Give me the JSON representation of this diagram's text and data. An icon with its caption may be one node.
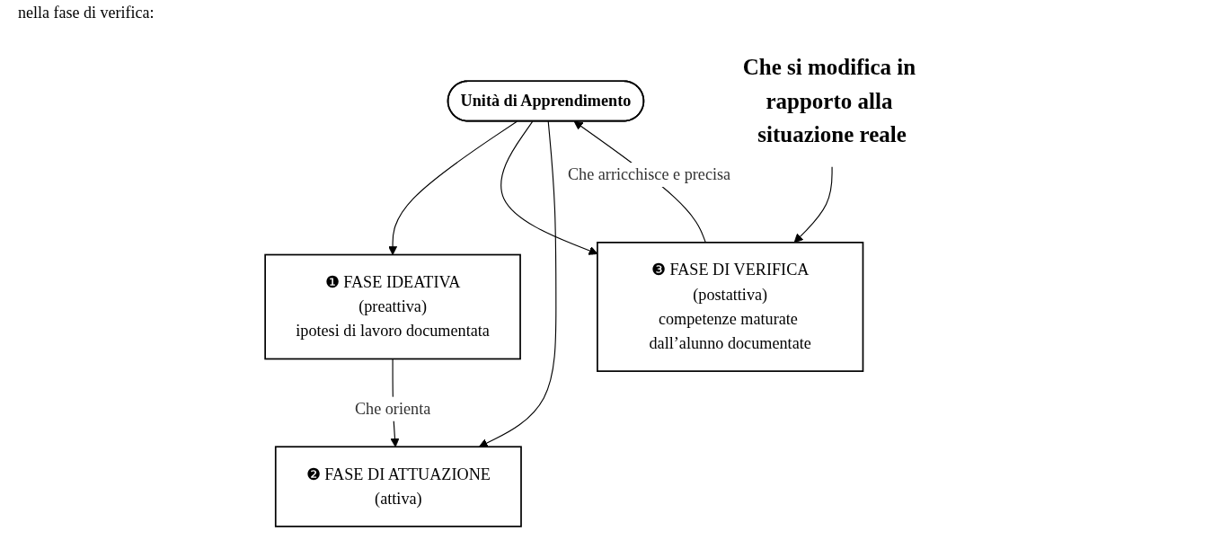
{
  "diagram": {
    "nodes": [
      {
        "text": [
          "❶ FASE IDEATIVA",
          "(preattiva)",
          "ipotesi di lavoro documentata"
        ]
      },
      {
        "text": [
          "Unità di Apprendimento"
        ]
      },
      {
        "text": [
          "❸ FASE DI VERIFICA",
          "(postattiva)",
          "competenze maturate dall’alunno documentate"
        ]
      },
      {
        "text": [
          "❷ FASE DI ATTUAZIONE",
          "(attiva)"
        ]
      },
      {
        "text": [
          "Che si modifica in rapporto alla situazione reale"
        ]
      }
    ],
    "edges": [
      {
        "from": 1,
        "to": 0,
        "arrow": "to"
      },
      {
        "from": 2,
        "to": 1,
        "arrow": "to",
        "label": "Che arricchisce e precisa"
      },
      {
        "from": 1,
        "to": 2,
        "arrow": "to"
      },
      {
        "from": 1,
        "to": 3,
        "arrow": "to"
      },
      {
        "from": 0,
        "to": 3,
        "arrow": "to",
        "label": "Che orienta"
      },
      {
        "from": 4,
        "to": 2,
        "arrow": "to"
      }
    ],
    "labels": [
      "nella fase di verifica:"
    ]
  }
}
